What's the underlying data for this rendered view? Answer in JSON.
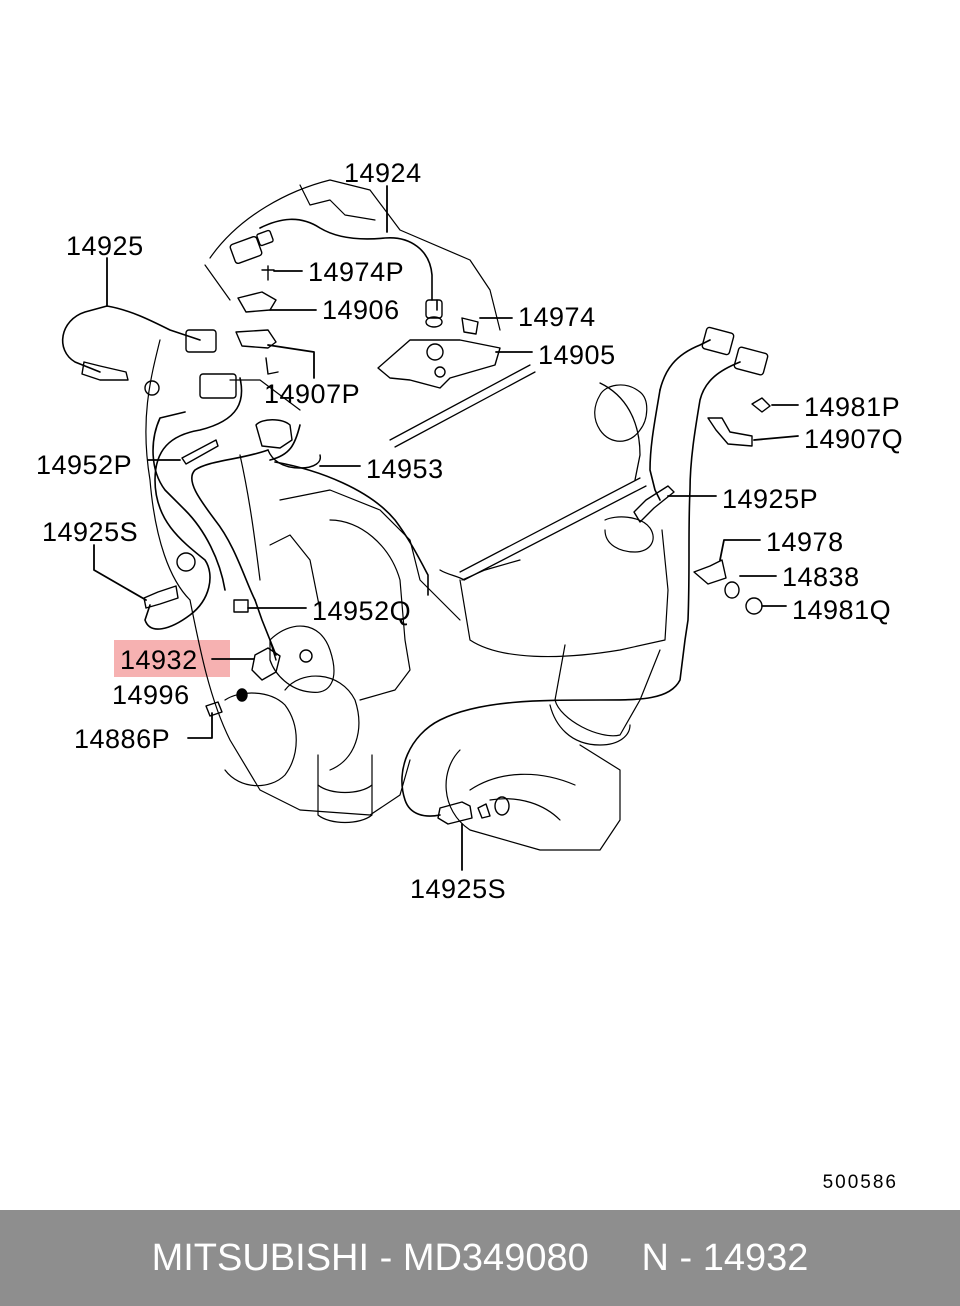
{
  "labels": {
    "p14924": "14924",
    "p14925": "14925",
    "p14974P": "14974P",
    "p14906": "14906",
    "p14974": "14974",
    "p14905": "14905",
    "p14907P": "14907P",
    "p14981P": "14981P",
    "p14907Q": "14907Q",
    "p14952P": "14952P",
    "p14953": "14953",
    "p14925P": "14925P",
    "p14925S_left": "14925S",
    "p14978": "14978",
    "p14838": "14838",
    "p14981Q": "14981Q",
    "p14952Q": "14952Q",
    "p14932": "14932",
    "p14996": "14996",
    "p14886P": "14886P",
    "p14925S_bottom": "14925S"
  },
  "highlighted_part": "14932",
  "highlight_color": "#f4a3a3",
  "diagram_ref": "500586",
  "footer": {
    "text": "MITSUBISHI - MD349080     N - 14932",
    "background": "#8e8e8e"
  }
}
